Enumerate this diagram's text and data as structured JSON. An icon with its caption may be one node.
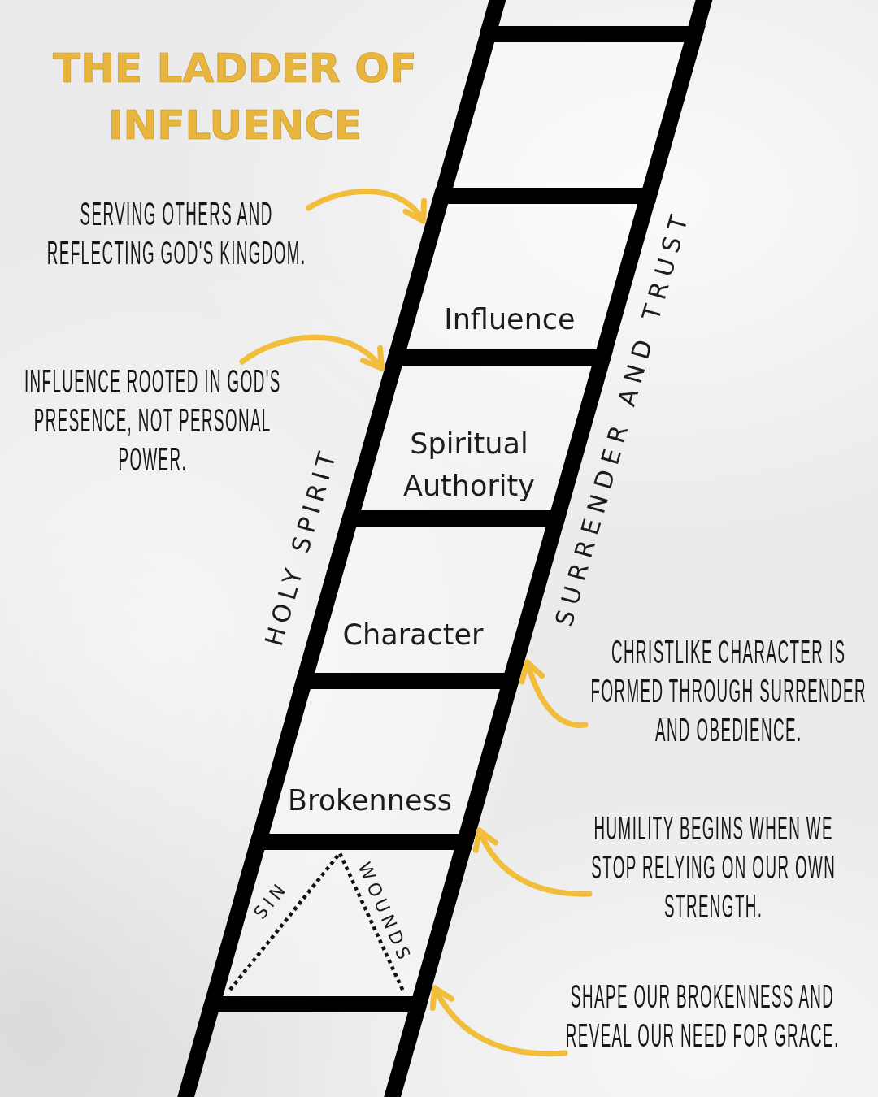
{
  "diagram": {
    "title": "THE LADDER OF INFLUENCE",
    "nodes": [
      {
        "text": [],
        "shape": "box"
      },
      {
        "text": [
          "SERVING OTHERS AND REFLECTING GOD'S KINGDOM."
        ]
      },
      {
        "text": [
          "Influence"
        ]
      },
      {
        "text": [
          "INFLUENCE ROOTED IN GOD'S PRESENCE, NOT PERSONAL POWER."
        ]
      },
      {
        "text": [
          "Spiritual Authority"
        ]
      },
      {
        "text": [
          "Character"
        ]
      },
      {
        "text": [
          "CHRISTLIKE CHARACTER IS FORMED THROUGH SURRENDER AND OBEDIENCE."
        ]
      },
      {
        "text": [
          "Brokenness"
        ]
      },
      {
        "text": [
          "HUMILITY BEGINS WHEN WE STOP RELYING ON OUR OWN STRENGTH."
        ]
      },
      {
        "text": [
          "SIN",
          "WOUNDS"
        ]
      },
      {
        "text": [
          "SHAPE OUR BROKENNESS AND REVEAL OUR NEED FOR GRACE."
        ]
      }
    ],
    "edges": [
      {
        "from": 1,
        "to": 2,
        "arrow": "to"
      },
      {
        "from": 3,
        "to": 4,
        "arrow": "to"
      },
      {
        "from": 6,
        "to": 5,
        "arrow": "to"
      },
      {
        "from": 8,
        "to": 7,
        "arrow": "to"
      },
      {
        "from": 10,
        "to": 9,
        "arrow": "to"
      }
    ],
    "labels": [
      "HOLY SPIRIT",
      "SURRENDER AND TRUST"
    ]
  }
}
